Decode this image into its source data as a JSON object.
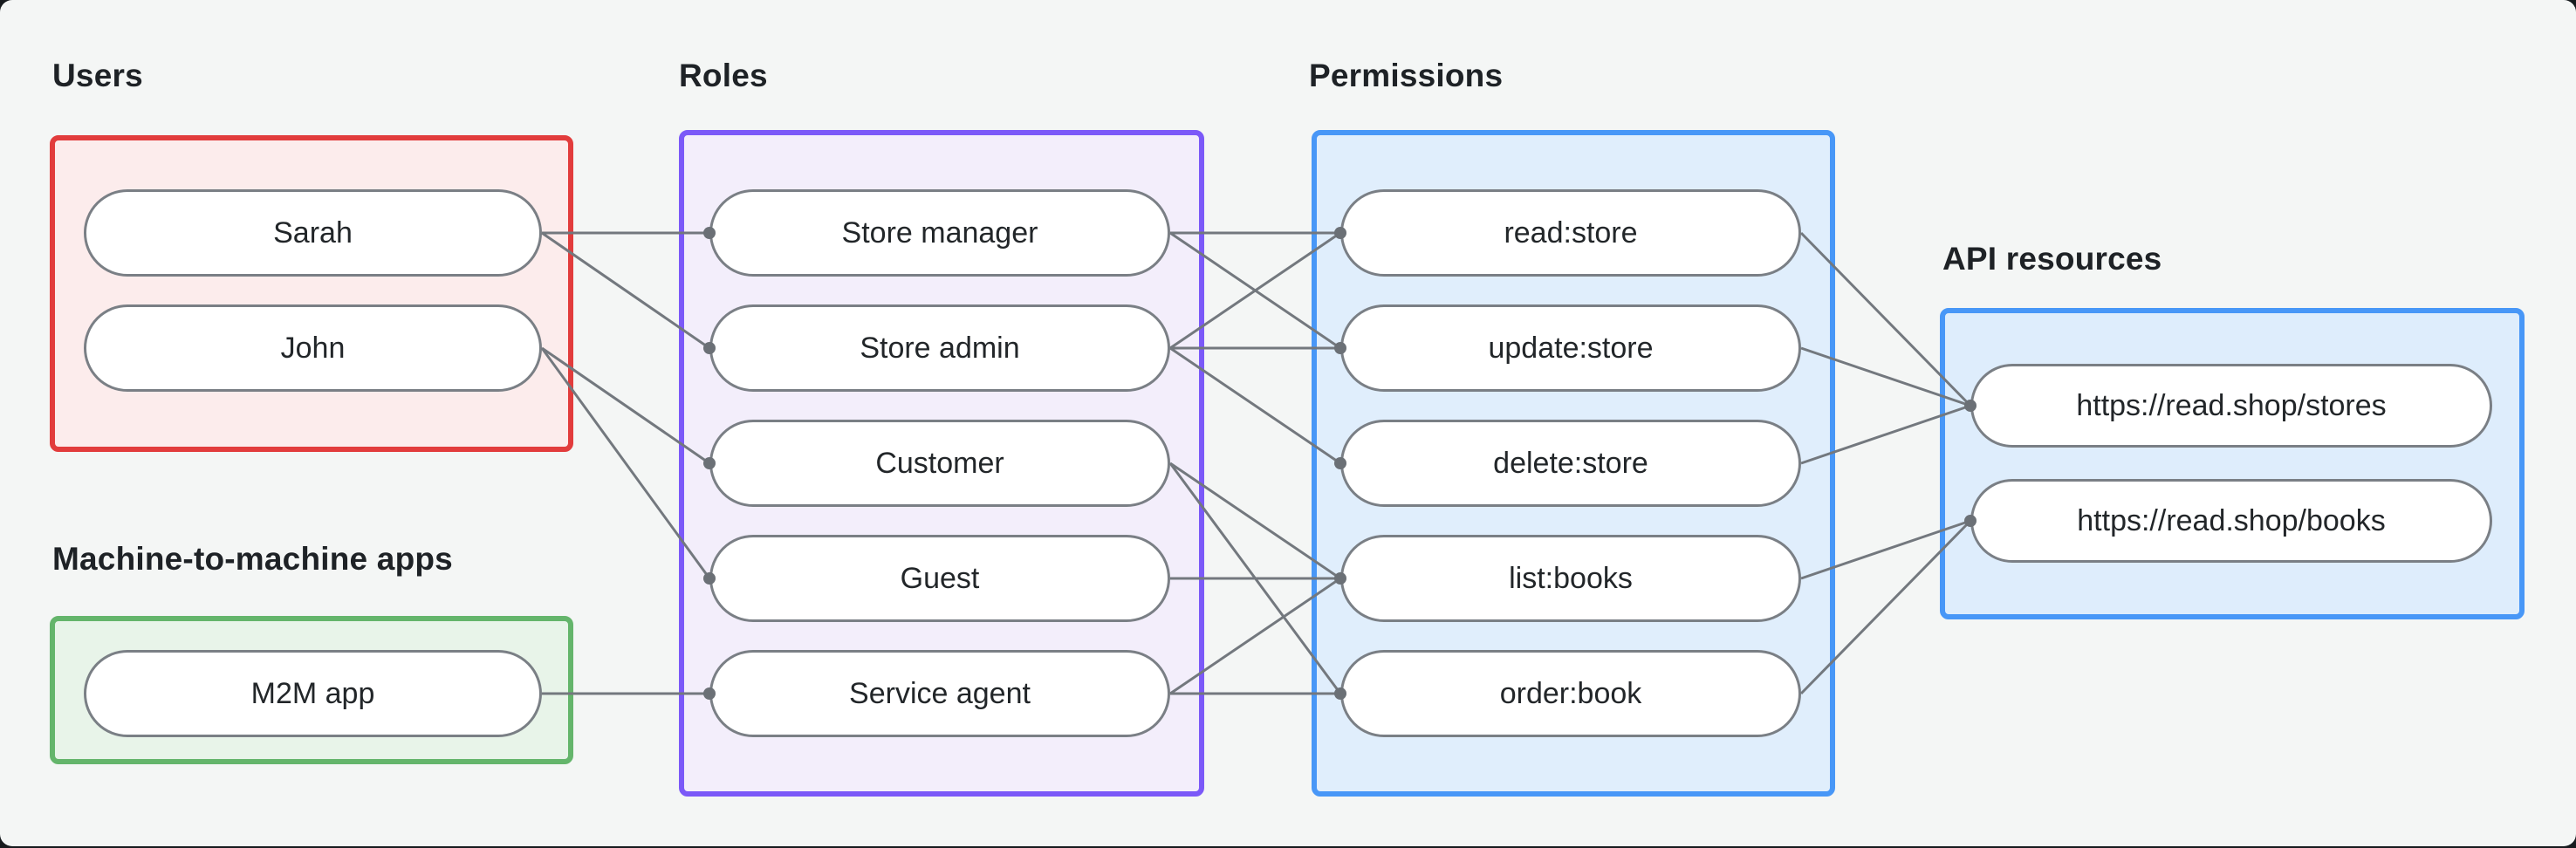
{
  "canvas": {
    "surface_color": "#f4f6f5",
    "frame_color": "#171b1e"
  },
  "style": {
    "line_color": "#73787e",
    "dot_color": "#6b7076",
    "pill_border_color": "#7a7f85",
    "pill_fill": "#ffffff",
    "pill_text_color": "#222629",
    "label_color": "#1e2226"
  },
  "groups": {
    "users": {
      "label": "Users",
      "border_color": "#e23c3c",
      "fill_color": "#fcecec",
      "nodes": [
        {
          "id": "sarah",
          "label": "Sarah"
        },
        {
          "id": "john",
          "label": "John"
        }
      ]
    },
    "m2m": {
      "label": "Machine-to-machine apps",
      "border_color": "#64b56b",
      "fill_color": "#e8f4e9",
      "nodes": [
        {
          "id": "m2m-app",
          "label": "M2M app"
        }
      ]
    },
    "roles": {
      "label": "Roles",
      "border_color": "#7b59f8",
      "fill_color": "#f3eefb",
      "nodes": [
        {
          "id": "store-manager",
          "label": "Store manager"
        },
        {
          "id": "store-admin",
          "label": "Store admin"
        },
        {
          "id": "customer",
          "label": "Customer"
        },
        {
          "id": "guest",
          "label": "Guest"
        },
        {
          "id": "service-agent",
          "label": "Service agent"
        }
      ]
    },
    "permissions": {
      "label": "Permissions",
      "border_color": "#4897f7",
      "fill_color": "#e0eefc",
      "nodes": [
        {
          "id": "read-store",
          "label": "read:store"
        },
        {
          "id": "update-store",
          "label": "update:store"
        },
        {
          "id": "delete-store",
          "label": "delete:store"
        },
        {
          "id": "list-books",
          "label": "list:books"
        },
        {
          "id": "order-book",
          "label": "order:book"
        }
      ]
    },
    "api": {
      "label": "API resources",
      "border_color": "#4897f7",
      "fill_color": "#deedfc",
      "nodes": [
        {
          "id": "stores",
          "label": "https://read.shop/stores"
        },
        {
          "id": "books",
          "label": "https://read.shop/books"
        }
      ]
    }
  },
  "edges": [
    [
      "sarah",
      "store-manager"
    ],
    [
      "sarah",
      "store-admin"
    ],
    [
      "john",
      "customer"
    ],
    [
      "john",
      "guest"
    ],
    [
      "m2m-app",
      "service-agent"
    ],
    [
      "store-manager",
      "read-store"
    ],
    [
      "store-manager",
      "update-store"
    ],
    [
      "store-admin",
      "read-store"
    ],
    [
      "store-admin",
      "update-store"
    ],
    [
      "store-admin",
      "delete-store"
    ],
    [
      "customer",
      "list-books"
    ],
    [
      "customer",
      "order-book"
    ],
    [
      "guest",
      "list-books"
    ],
    [
      "service-agent",
      "list-books"
    ],
    [
      "service-agent",
      "order-book"
    ],
    [
      "read-store",
      "stores"
    ],
    [
      "update-store",
      "stores"
    ],
    [
      "delete-store",
      "stores"
    ],
    [
      "list-books",
      "books"
    ],
    [
      "order-book",
      "books"
    ]
  ]
}
